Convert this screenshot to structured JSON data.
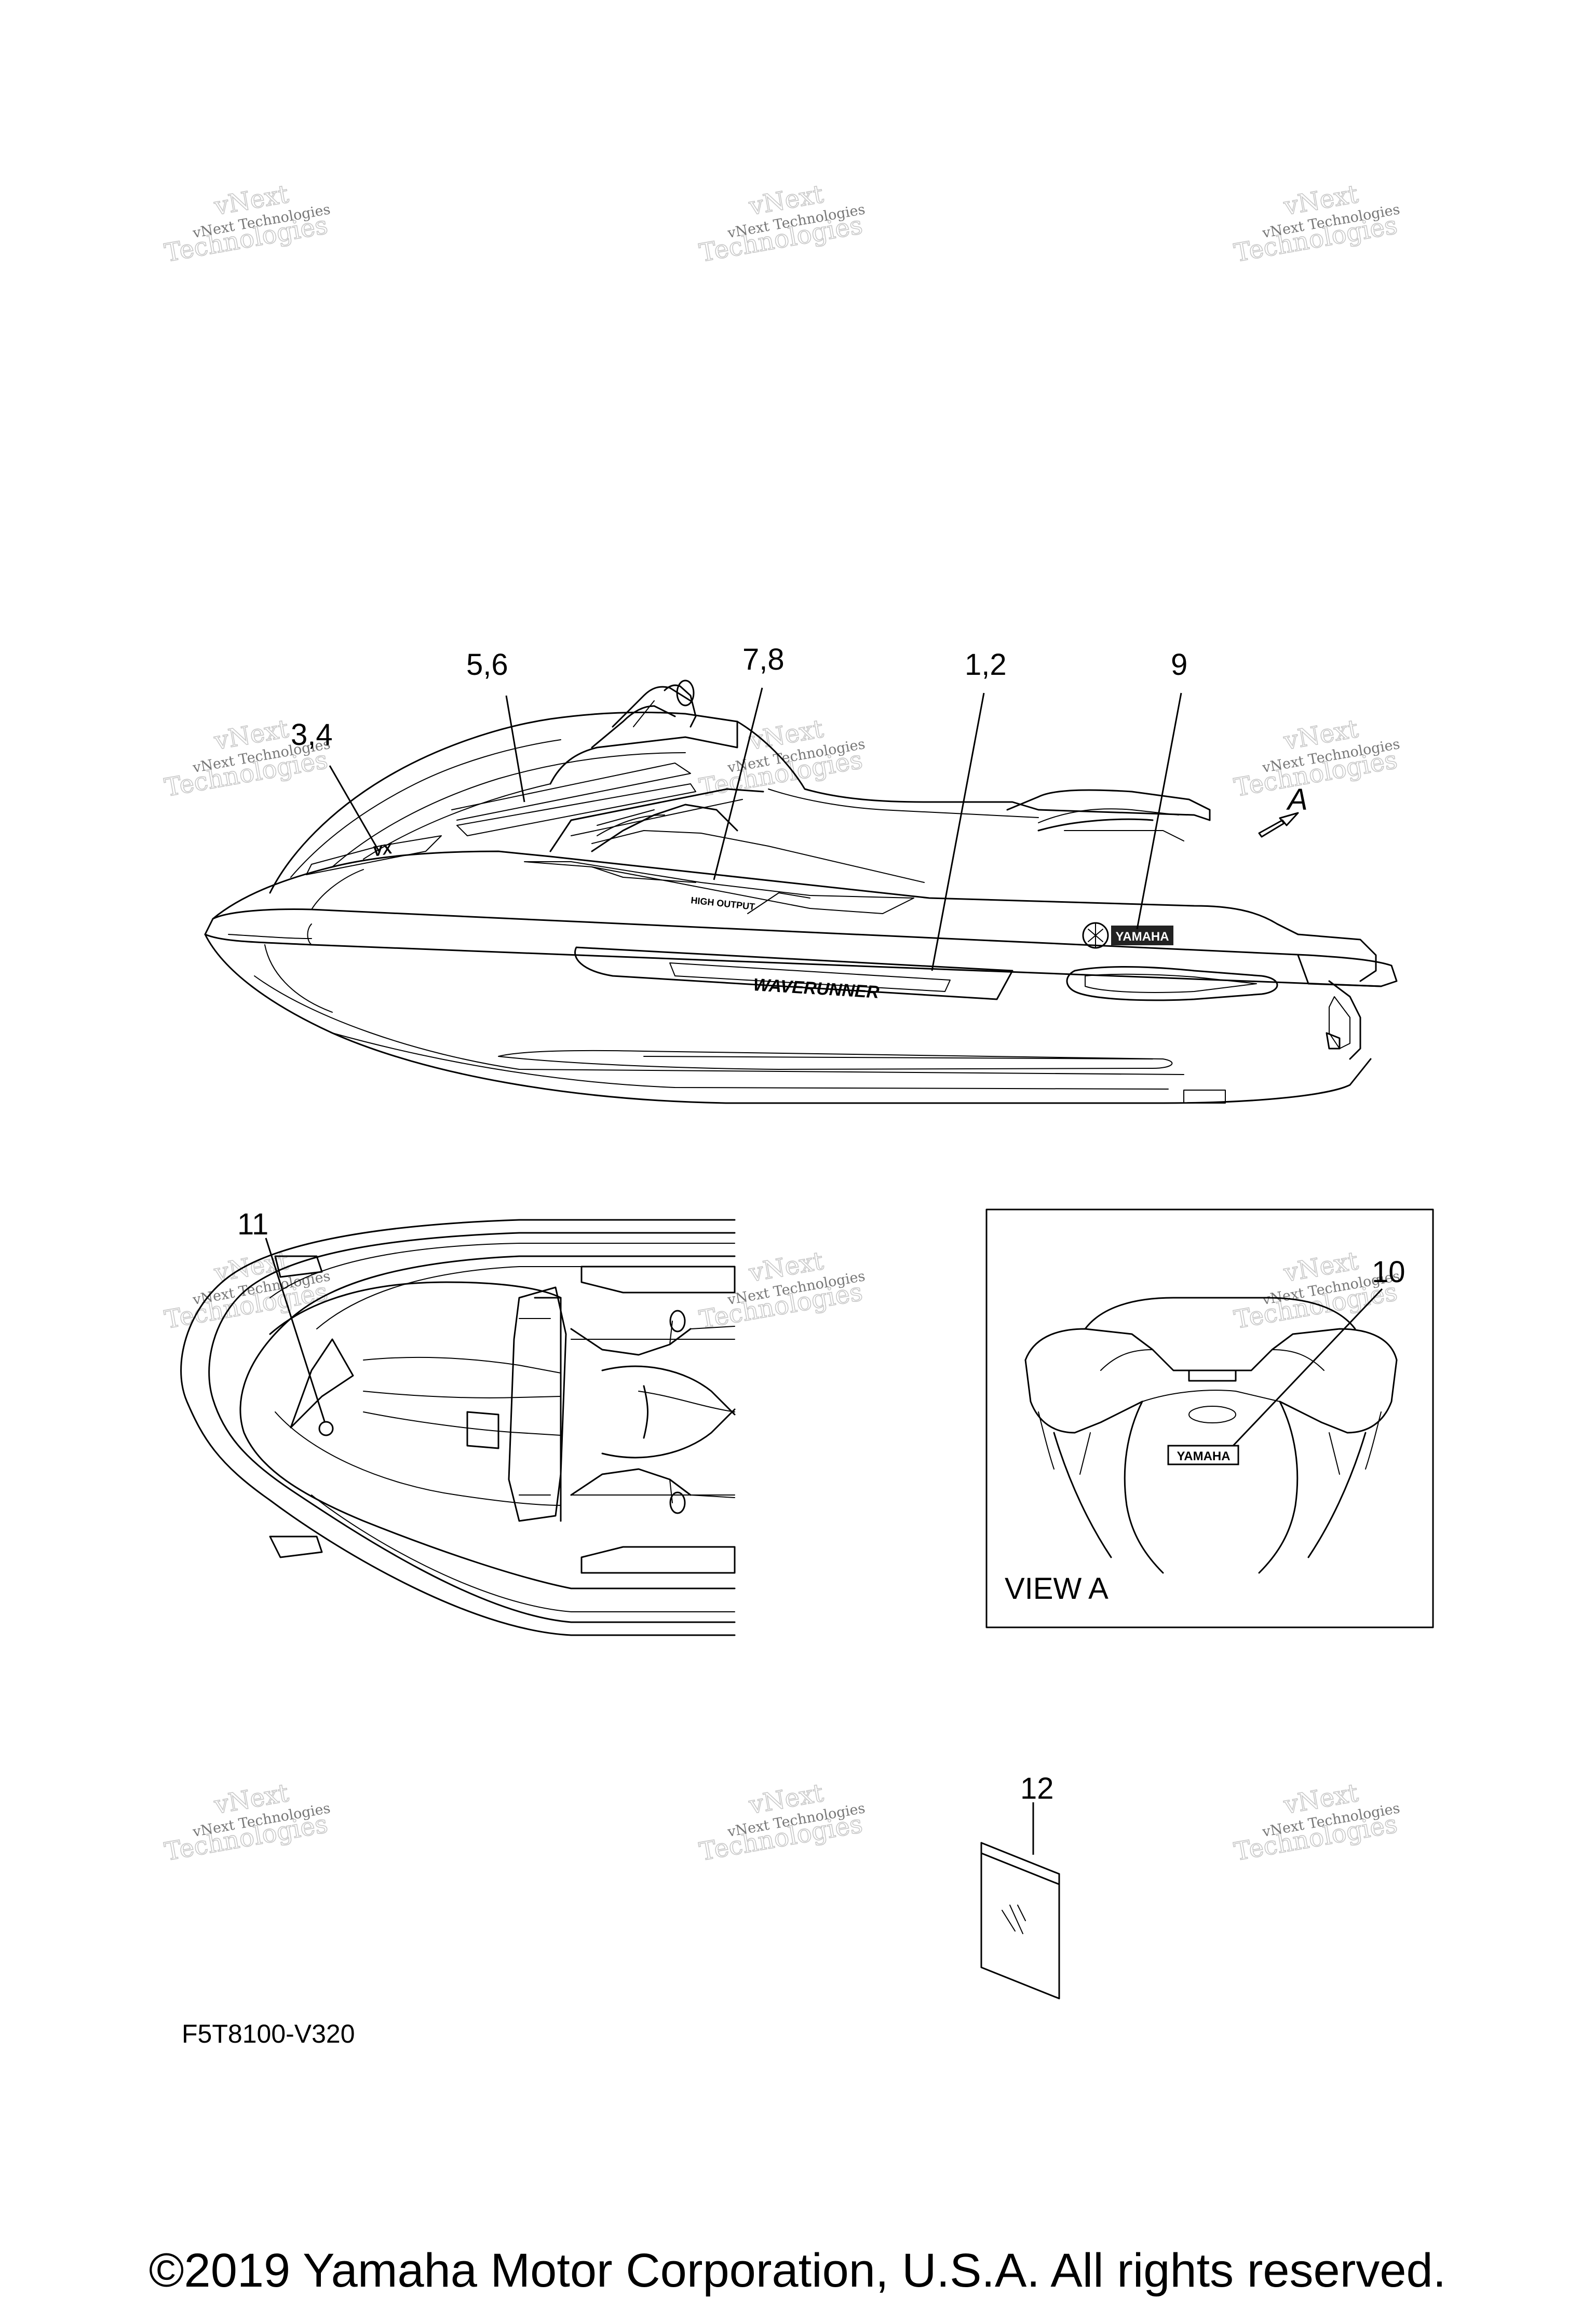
{
  "callouts": {
    "c1": "1,2",
    "c2": "3,4",
    "c3": "5,6",
    "c4": "7,8",
    "c5": "9",
    "c6": "10",
    "c7": "11",
    "c8": "12",
    "view_arrow": "A"
  },
  "view_a_label": "VIEW A",
  "decal_yamaha": "YAMAHA",
  "decal_waverunner": "WAVERUNNER",
  "decal_vx": "VX",
  "decal_high_output": "HIGH OUTPUT",
  "watermark": {
    "line1": "vNext",
    "line2": "vNext Technologies",
    "line3": "Technologies"
  },
  "figure_code": "F5T8100-V320",
  "copyright": "©2019 Yamaha Motor Corporation, U.S.A. All rights reserved."
}
